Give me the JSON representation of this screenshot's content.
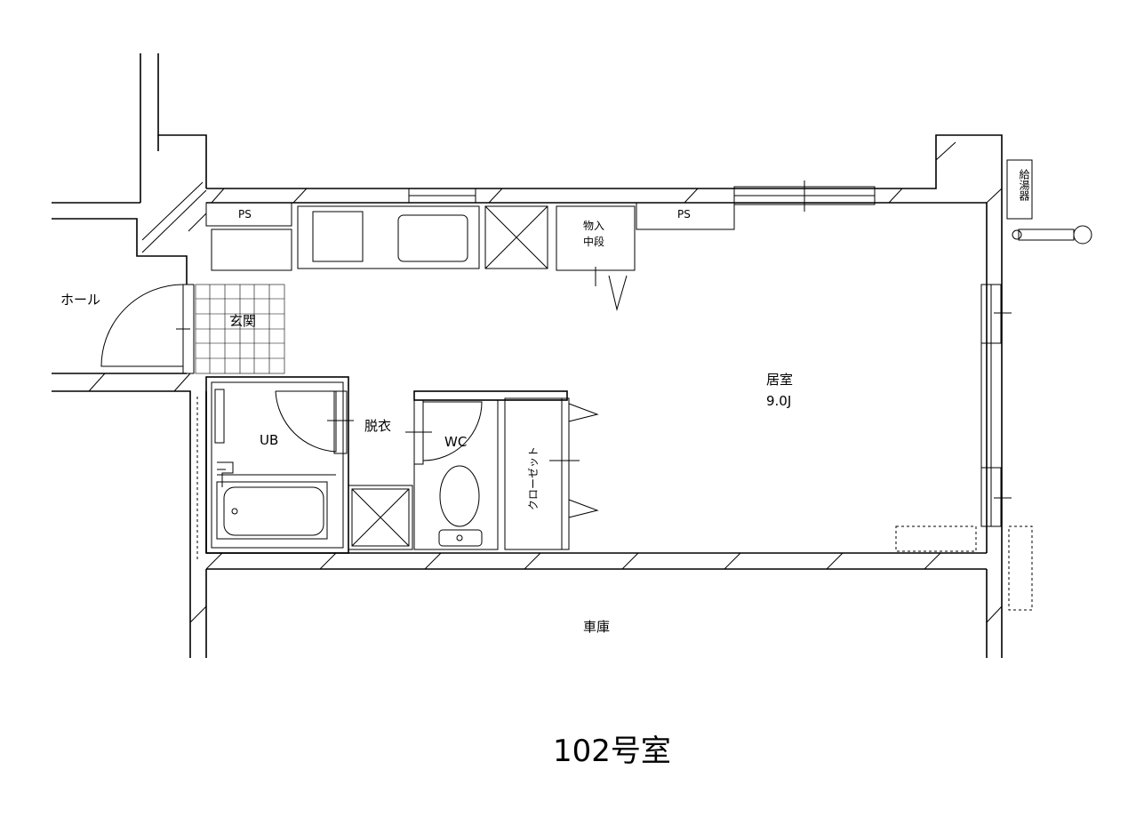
{
  "rooms": {
    "hall": "ホール",
    "entrance": "玄関",
    "ps_left": "PS",
    "ps_right": "PS",
    "storage_top": "物入",
    "storage_bottom": "中段",
    "water_heater": "給湯器",
    "living_name": "居室",
    "living_size": "9.0J",
    "bath": "UB",
    "dressing": "脱衣",
    "toilet": "WC",
    "closet": "クローゼット",
    "garage": "車庫"
  },
  "title": "102号室"
}
